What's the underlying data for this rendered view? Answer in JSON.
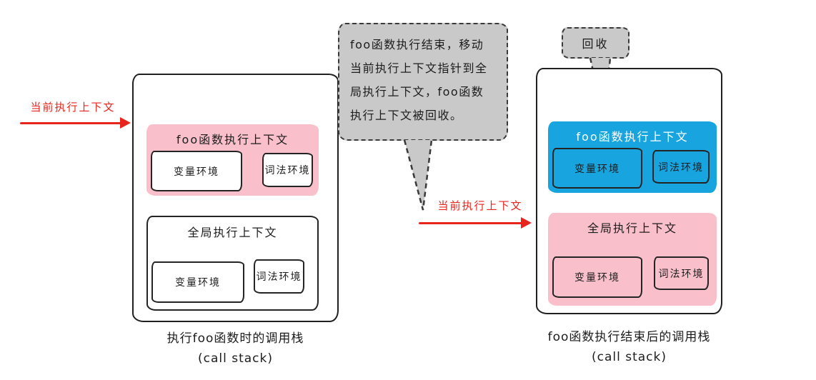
{
  "colors": {
    "pink": "#f9c0cb",
    "blue": "#18a4de",
    "gray": "#c9c9c9",
    "red": "#e8251d",
    "ink": "#1c1c1c"
  },
  "left": {
    "pointer_label": "当前执行上下文",
    "stack": {
      "foo": {
        "title": "foo函数执行上下文",
        "var_env": "变量环境",
        "lex_env": "词法环境"
      },
      "global": {
        "title": "全局执行上下文",
        "var_env": "变量环境",
        "lex_env": "词法环境"
      }
    },
    "caption_line1": "执行foo函数时的调用栈",
    "caption_line2": "(call stack)"
  },
  "bubble": {
    "text": "foo函数执行结束，移动当前执行上下文指针到全局执行上下文，foo函数执行上下文被回收。"
  },
  "middle": {
    "pointer_label": "当前执行上下文"
  },
  "right": {
    "recycle_label": "回收",
    "stack": {
      "foo": {
        "title": "foo函数执行上下文",
        "var_env": "变量环境",
        "lex_env": "词法环境"
      },
      "global": {
        "title": "全局执行上下文",
        "var_env": "变量环境",
        "lex_env": "词法环境"
      }
    },
    "caption_line1": "foo函数执行结束后的调用栈",
    "caption_line2": "(call stack)"
  }
}
